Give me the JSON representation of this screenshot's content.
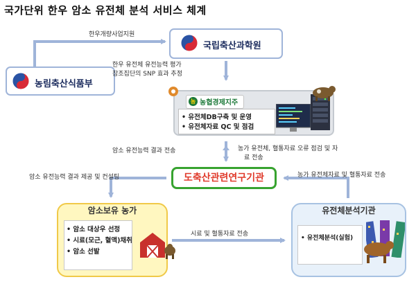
{
  "title": "국가단위 한우 암소 유전체 분석 서비스 체계",
  "nodes": {
    "ministry": {
      "name": "농림축산식품부"
    },
    "nias": {
      "name": "국립축산과학원"
    },
    "nonghyup": {
      "logo_text": "농협경제지주",
      "items": [
        "• 유전체DB구축 및 운영",
        "• 유전체자료 QC 및 점검"
      ]
    },
    "provincial": {
      "name": "도축산관련연구기관"
    },
    "farm": {
      "name": "암소보유 농가",
      "items": [
        "• 암소 대상우 선정",
        "• 시료(모근, 혈액)채취",
        "• 암소 선발"
      ]
    },
    "lab": {
      "name": "유전체분석기관",
      "items": [
        "• 유전체분석(실험)"
      ]
    }
  },
  "edges": {
    "ministry_to_nias": "한우개량사업지원",
    "nias_to_nonghyup_line1": "한우 유전체 유전능력 평가",
    "nias_to_nonghyup_line2": "참조집단의 SNP 효과 추정",
    "to_provincial": "암소 유전능력 결과 전송",
    "to_nonghyup_line1": "농가 유전체, 혈통자료 오류 점검 및 자",
    "to_nonghyup_line2": "료 전송",
    "to_farm": "암소 유전능력 결과 제공 및 컨설팅",
    "lab_to_provincial": "농가 유전체자료 및 혈통자료 전송",
    "farm_to_lab": "시료 및 혈통자료 전송"
  },
  "icons": [
    "korea-emblem-icon",
    "cow-icon",
    "barn-icon",
    "server-icon",
    "monitor-icon",
    "dna-array-icon"
  ],
  "colors": {
    "center_border": "#37a32f",
    "center_text": "#e03a2b",
    "farm_fill": "#fff7c0",
    "lab_fill": "#e8f1fa"
  }
}
